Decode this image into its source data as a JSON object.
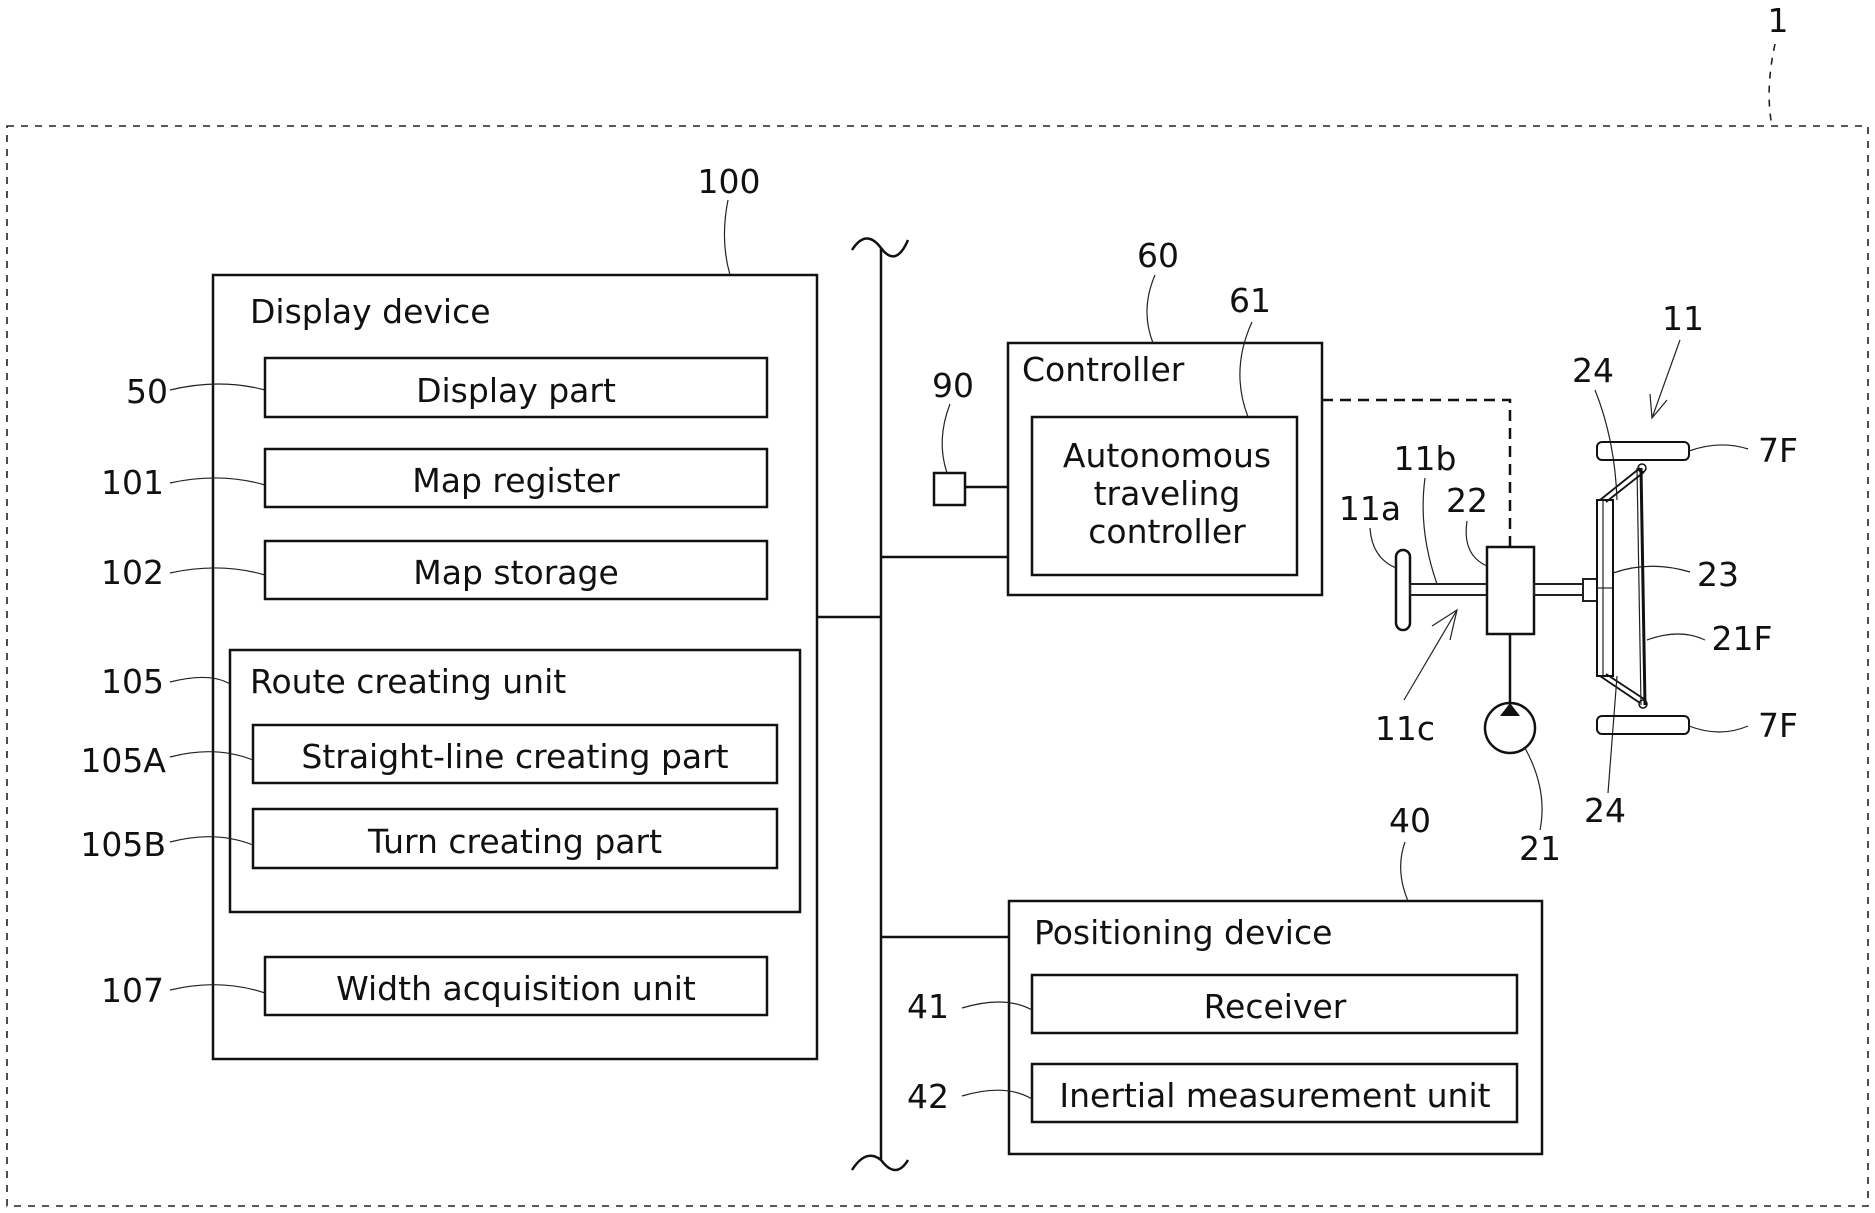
{
  "figure": {
    "system_ref": "1"
  },
  "display_device": {
    "ref": "100",
    "title": "Display device",
    "items": [
      {
        "ref": "50",
        "label": "Display part"
      },
      {
        "ref": "101",
        "label": "Map register"
      },
      {
        "ref": "102",
        "label": "Map storage"
      },
      {
        "ref": "107",
        "label": "Width acquisition unit"
      }
    ],
    "route_unit": {
      "ref": "105",
      "title": "Route creating unit",
      "items": [
        {
          "ref": "105A",
          "label": "Straight-line creating part"
        },
        {
          "ref": "105B",
          "label": "Turn creating part"
        }
      ]
    }
  },
  "controller": {
    "ref": "60",
    "title": "Controller",
    "inner": {
      "ref": "61",
      "lines": [
        "Autonomous",
        "traveling",
        "controller"
      ]
    }
  },
  "switch_ref": "90",
  "positioning_device": {
    "ref": "40",
    "title": "Positioning device",
    "items": [
      {
        "ref": "41",
        "label": "Receiver"
      },
      {
        "ref": "42",
        "label": "Inertial measurement unit"
      }
    ]
  },
  "steering": {
    "ref": "11",
    "wheel_ref": "11a",
    "shaft_ref": "11b",
    "assembly_ref": "11c",
    "valve_ref": "22",
    "pump_ref": "21",
    "cylinder_ref": "23",
    "axle_ref": "21F",
    "knuckle_refs": [
      "24",
      "24"
    ],
    "front_wheel_refs": [
      "7F",
      "7F"
    ]
  }
}
